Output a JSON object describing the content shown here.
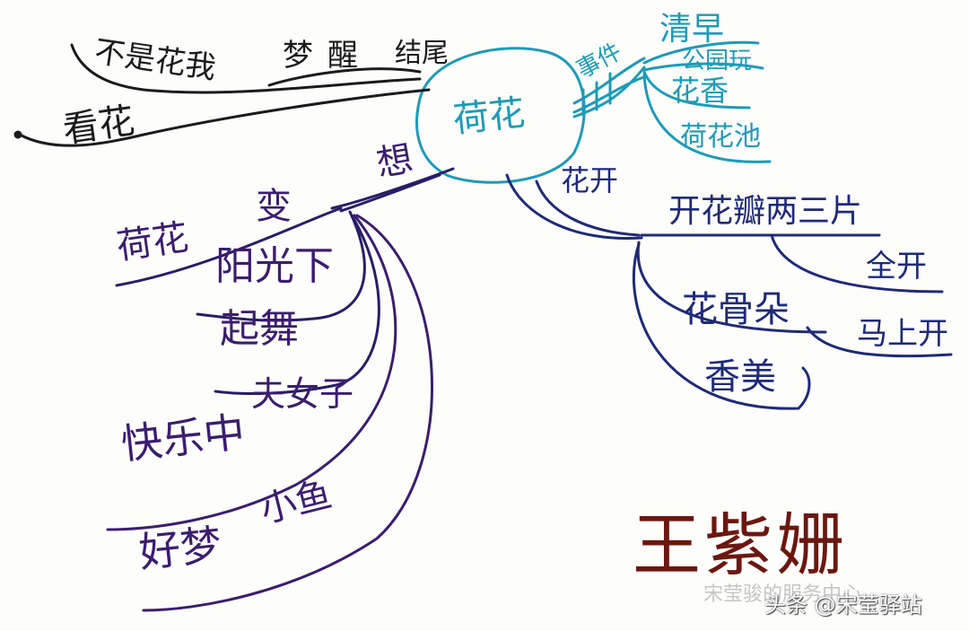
{
  "mindmap": {
    "center": "荷花",
    "black_branch": {
      "upper_line": "不是花我",
      "upper_words": [
        "梦",
        "醒",
        "结尾"
      ],
      "lower_line": "看花"
    },
    "cyan_branch": {
      "trunk": "事件",
      "items": [
        "清早",
        "公园玩",
        "花香",
        "荷花池"
      ]
    },
    "navy_branch": {
      "trunk": "花开",
      "items": [
        "开花瓣两三片",
        "全开",
        "花骨朵",
        "马上开",
        "香美"
      ]
    },
    "purple_branch": {
      "trunk": "想",
      "items": [
        "荷花",
        "变",
        "阳光下",
        "起舞",
        "快乐中",
        "夫女子",
        "好梦",
        "小鱼"
      ]
    },
    "signature": "王紫姗"
  },
  "watermark": {
    "ghost_text": "宋莹骏的服务中心",
    "credit": "头条 @宋莹驿站"
  },
  "colors": {
    "black": "#1b1b1b",
    "cyan": "#1d9bb6",
    "navy": "#1f2a77",
    "purple": "#3a1e6e",
    "maroon": "#6b1710"
  }
}
